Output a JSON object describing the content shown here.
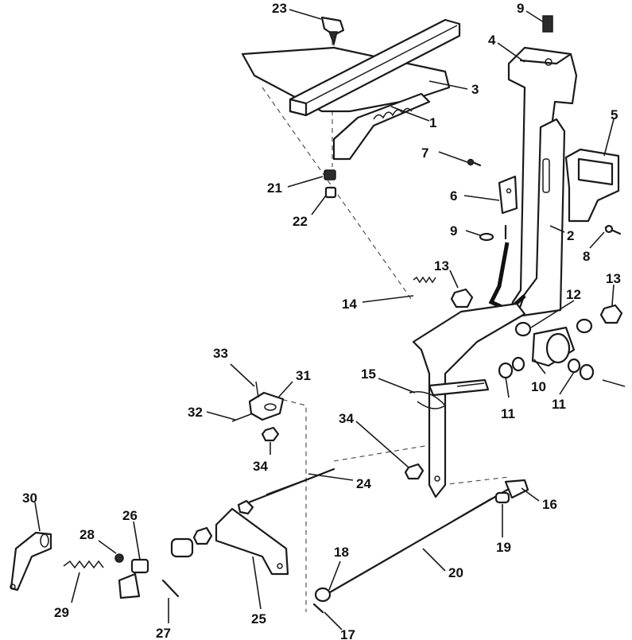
{
  "callouts": {
    "c1": "1",
    "c2": "2",
    "c3": "3",
    "c4": "4",
    "c5": "5",
    "c6": "6",
    "c7": "7",
    "c8": "8",
    "c9a": "9",
    "c9b": "9",
    "c10": "10",
    "c11a": "11",
    "c11b": "11",
    "c12": "12",
    "c13a": "13",
    "c13b": "13",
    "c14": "14",
    "c15": "15",
    "c16": "16",
    "c17": "17",
    "c18": "18",
    "c19": "19",
    "c20": "20",
    "c21": "21",
    "c22": "22",
    "c23": "23",
    "c24": "24",
    "c25": "25",
    "c26": "26",
    "c27": "27",
    "c28": "28",
    "c29": "29",
    "c30": "30",
    "c31": "31",
    "c32": "32",
    "c33": "33",
    "c34a": "34",
    "c34b": "34"
  }
}
